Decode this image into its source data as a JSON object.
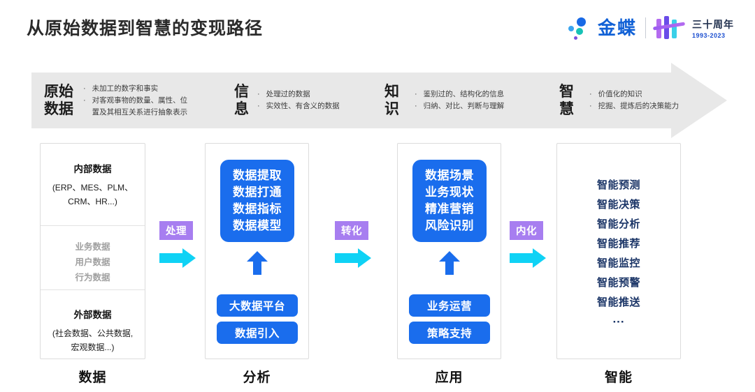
{
  "header": {
    "title": "从原始数据到智慧的变现路径",
    "logo": {
      "brand": "金蝶",
      "anniversary": "三十周年",
      "years": "1993-2023"
    }
  },
  "banner": {
    "segments": [
      {
        "title_line1": "原始",
        "title_line2": "数据",
        "items": [
          "未加工的数字和事实",
          "对客观事物的数量、属性、位",
          "置及其相互关系进行抽象表示"
        ]
      },
      {
        "title_line1": "信",
        "title_line2": "息",
        "items": [
          "处理过的数据",
          "实效性、有含义的数据"
        ]
      },
      {
        "title_line1": "知",
        "title_line2": "识",
        "items": [
          "鉴别过的、结构化的信息",
          "归纳、对比、判断与理解"
        ]
      },
      {
        "title_line1": "智",
        "title_line2": "慧",
        "items": [
          "价值化的知识",
          "挖掘、提炼后的决策能力"
        ]
      }
    ]
  },
  "columns": {
    "data": {
      "footer_label": "数据",
      "top_heading": "内部数据",
      "top_sub_line1": "(ERP、MES、PLM、",
      "top_sub_line2": "CRM、HR...)",
      "mid_items": [
        "业务数据",
        "用户数据",
        "行为数据"
      ],
      "bottom_heading": "外部数据",
      "bottom_sub_line1": "(社会数据、公共数据,",
      "bottom_sub_line2": "宏观数据...)"
    },
    "analysis": {
      "footer_label": "分析",
      "box_items": [
        "数据提取",
        "数据打通",
        "数据指标",
        "数据模型"
      ],
      "pill_top": "大数据平台",
      "pill_bottom": "数据引入"
    },
    "application": {
      "footer_label": "应用",
      "box_items": [
        "数据场景",
        "业务现状",
        "精准营销",
        "风险识别"
      ],
      "pill_top": "业务运营",
      "pill_bottom": "策略支持"
    },
    "intelligence": {
      "footer_label": "智能",
      "items": [
        "智能预测",
        "智能决策",
        "智能分析",
        "智能推荐",
        "智能监控",
        "智能预警",
        "智能推送"
      ],
      "ellipsis": "···"
    }
  },
  "connectors": [
    {
      "label": "处理"
    },
    {
      "label": "转化"
    },
    {
      "label": "内化"
    }
  ],
  "colors": {
    "blue": "#1a6ded",
    "purple_badge": "#a77ef0",
    "cyan_arrow": "#0fd2f5",
    "navy_text": "#1b3567",
    "banner_gray": "#e8e8e8"
  }
}
